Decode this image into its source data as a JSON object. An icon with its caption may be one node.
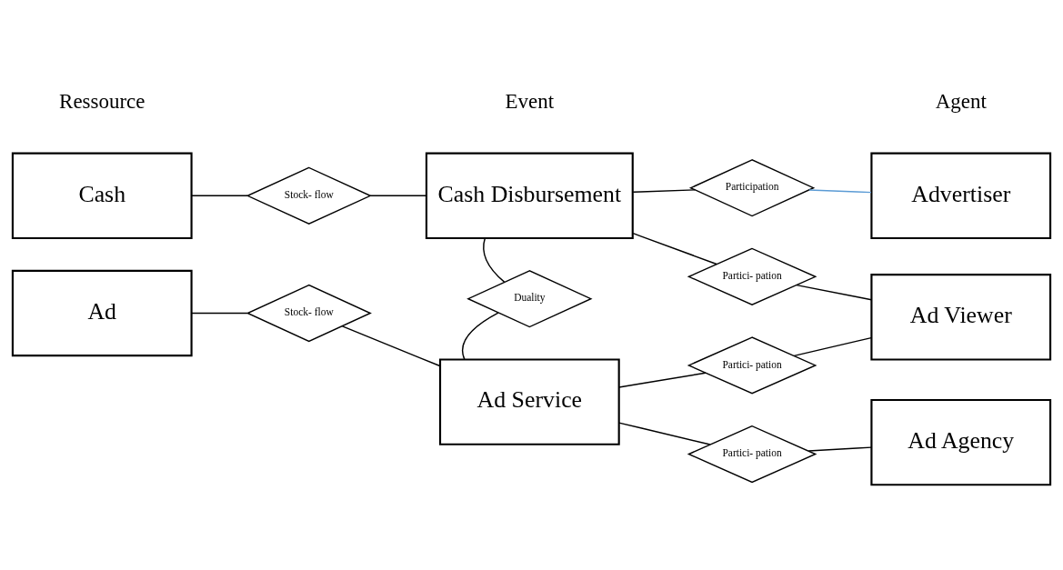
{
  "diagram": {
    "nodes": [
      {
        "text": [
          "Cash"
        ]
      },
      {
        "text": [
          "Stock- flow"
        ]
      },
      {
        "text": [
          "Cash Disbursement"
        ]
      },
      {
        "text": [
          "Participation"
        ]
      },
      {
        "text": [
          "Advertiser"
        ]
      },
      {
        "text": [
          "Partici- pation"
        ]
      },
      {
        "text": [
          "Ad Viewer"
        ]
      },
      {
        "text": [
          "Duality"
        ]
      },
      {
        "text": [
          "Ad"
        ]
      },
      {
        "text": [
          "Stock- flow"
        ]
      },
      {
        "text": [
          "Ad Service"
        ]
      },
      {
        "text": [
          "Partici- pation"
        ]
      },
      {
        "text": [
          "Partici- pation"
        ]
      },
      {
        "text": [
          "Ad Agency"
        ]
      }
    ],
    "edges": [
      {
        "from": 0,
        "to": 1,
        "arrow": "none"
      },
      {
        "from": 1,
        "to": 2,
        "arrow": "none"
      },
      {
        "from": 2,
        "to": 3,
        "arrow": "none"
      },
      {
        "from": 3,
        "to": 4,
        "arrow": "none",
        "color": "#5b9bd5"
      },
      {
        "from": 2,
        "to": 5,
        "arrow": "none"
      },
      {
        "from": 5,
        "to": 6,
        "arrow": "none"
      },
      {
        "from": 2,
        "to": 7,
        "arrow": "none"
      },
      {
        "from": 7,
        "to": 10,
        "arrow": "none"
      },
      {
        "from": 8,
        "to": 9,
        "arrow": "none"
      },
      {
        "from": 9,
        "to": 10,
        "arrow": "none"
      },
      {
        "from": 10,
        "to": 11,
        "arrow": "none"
      },
      {
        "from": 11,
        "to": 6,
        "arrow": "none"
      },
      {
        "from": 10,
        "to": 12,
        "arrow": "none"
      },
      {
        "from": 12,
        "to": 13,
        "arrow": "none"
      }
    ],
    "labels": [
      "Ressource",
      "Event",
      "Agent"
    ]
  }
}
